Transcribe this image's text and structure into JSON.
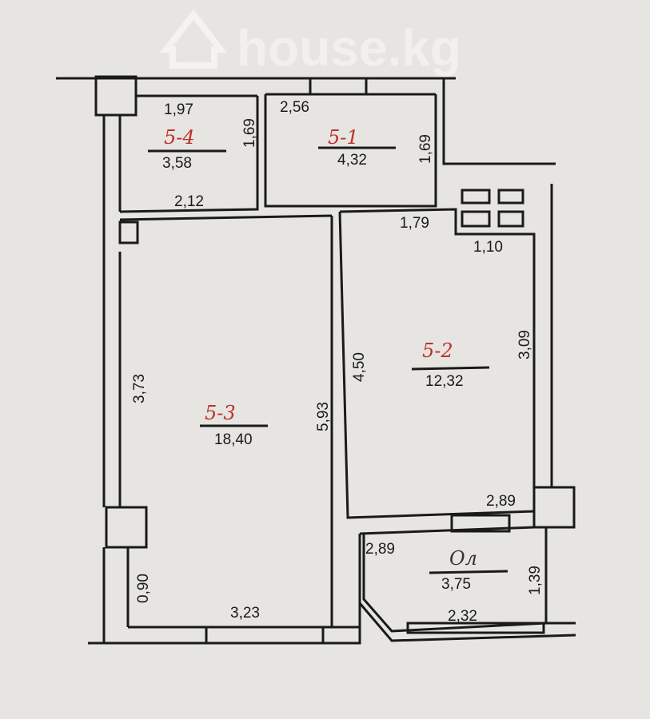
{
  "watermark": "house.kg",
  "rooms": [
    {
      "id": "5-4",
      "area": "3,58"
    },
    {
      "id": "5-1",
      "area": "4,32"
    },
    {
      "id": "5-2",
      "area": "12,32"
    },
    {
      "id": "5-3",
      "area": "18,40"
    },
    {
      "id": "Ол",
      "area": "3,75"
    }
  ],
  "dimensions": [
    "1,97",
    "1,69",
    "2,12",
    "2,56",
    "1,69",
    "1,79",
    "1,10",
    "3,09",
    "4,50",
    "5,93",
    "3,73",
    "0,90",
    "3,23",
    "2,89",
    "2,89",
    "1,39",
    "2,32"
  ],
  "colors": {
    "paper": "#e6e5e1",
    "ink": "#1a1a1a",
    "room_label": "#c0302a"
  }
}
